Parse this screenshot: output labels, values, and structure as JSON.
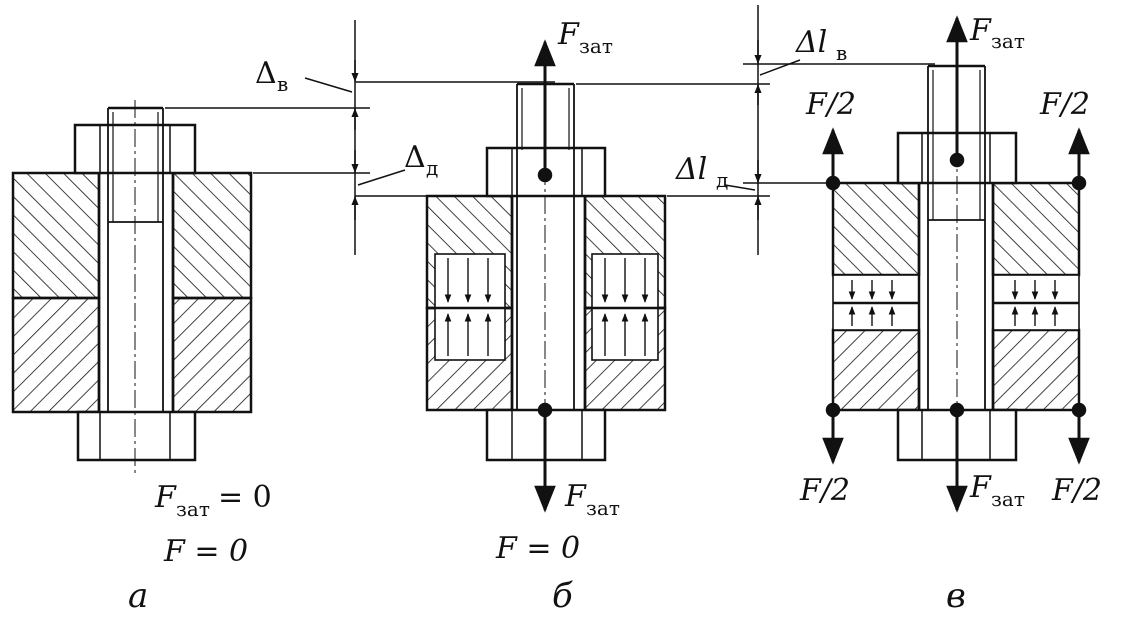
{
  "figure": {
    "panel_a": {
      "caption": "а",
      "force_label": "F",
      "force_sub": "зат",
      "force_eq": "= 0",
      "load_eq": "F = 0",
      "delta_b_sym": "Δ",
      "delta_b_sub": "в",
      "delta_d_sym": "Δ",
      "delta_d_sub": "д"
    },
    "panel_b": {
      "caption": "б",
      "top_force": "F",
      "top_force_sub": "зат",
      "bottom_force": "F",
      "bottom_force_sub": "зат",
      "load_eq": "F = 0",
      "dl_b_sym": "Δl",
      "dl_b_sub": "в",
      "dl_d_sym": "Δl",
      "dl_d_sub": "д"
    },
    "panel_c": {
      "caption": "в",
      "top_force": "F",
      "top_force_sub": "зат",
      "bottom_force": "F",
      "bottom_force_sub": "зат",
      "half_tl": "F/2",
      "half_tr": "F/2",
      "half_bl": "F/2",
      "half_br": "F/2"
    }
  }
}
